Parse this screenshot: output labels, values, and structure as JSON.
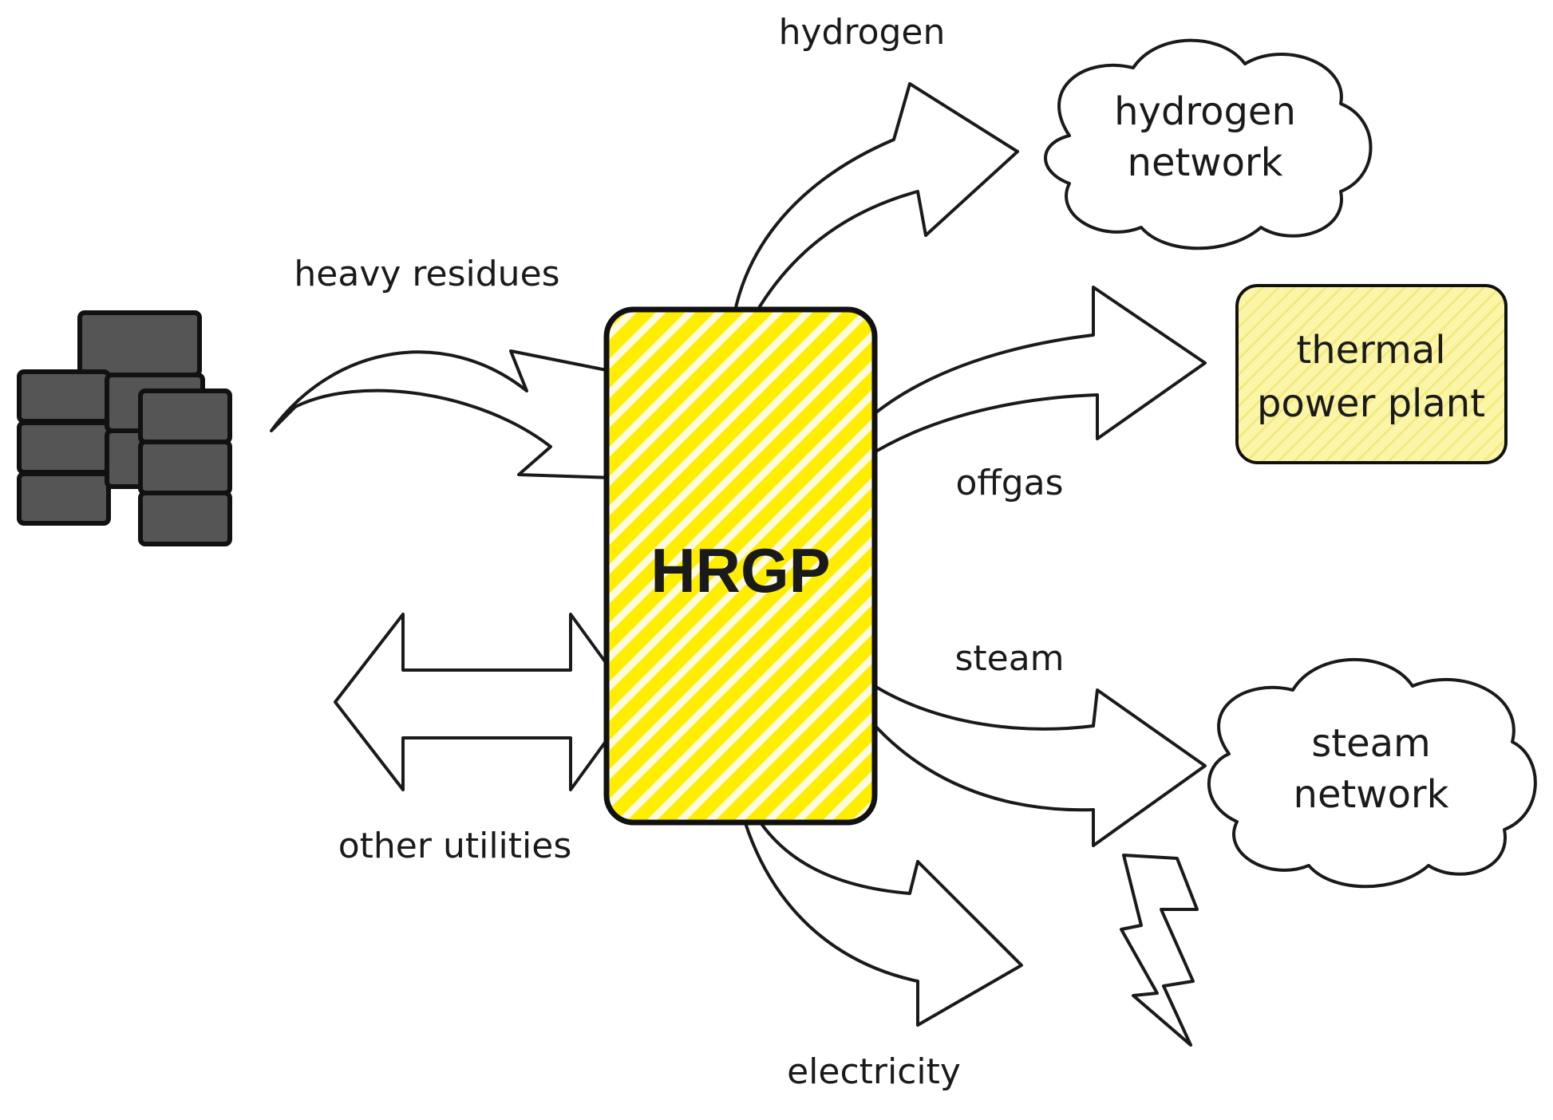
{
  "diagram": {
    "center_node": {
      "label": "HRGP",
      "color": "#ffee00"
    },
    "flows": {
      "heavy_residues": {
        "label": "heavy residues",
        "color": "#666666"
      },
      "hydrogen": {
        "label": "hydrogen",
        "color": "#9cc8ef"
      },
      "offgas": {
        "label": "offgas",
        "color": "#f0b080"
      },
      "steam": {
        "label": "steam",
        "color": "#c070d8"
      },
      "electricity": {
        "label": "electricity",
        "color": "#e07070"
      },
      "other_utilities": {
        "label": "other utilities",
        "color": "#90c070"
      }
    },
    "targets": {
      "hydrogen_network": {
        "line1": "hydrogen",
        "line2": "network",
        "shape": "cloud"
      },
      "thermal_power_plant": {
        "line1": "thermal",
        "line2": "power plant",
        "shape": "rounded-box"
      },
      "steam_network": {
        "line1": "steam",
        "line2": "network",
        "shape": "cloud"
      }
    },
    "icons": {
      "barrels": "oil-barrels-icon",
      "lightning": "lightning-bolt-icon"
    },
    "node_fill": "#fbf5a8"
  }
}
